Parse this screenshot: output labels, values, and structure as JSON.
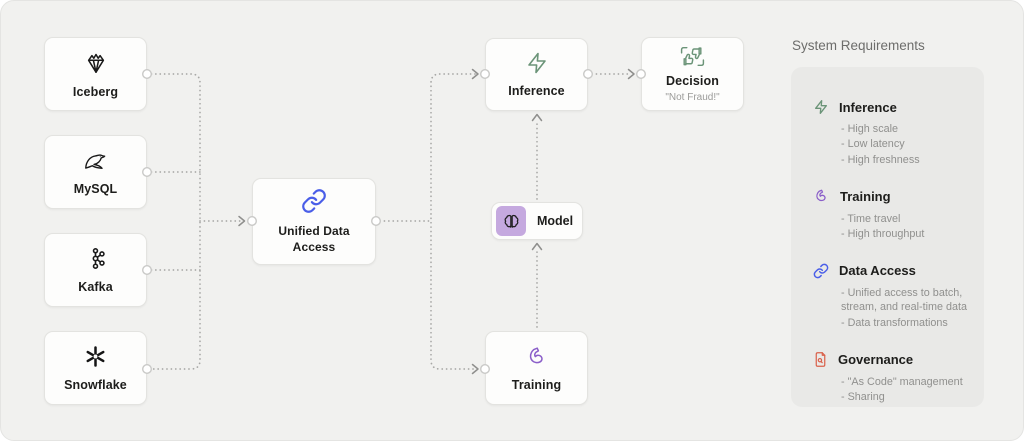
{
  "diagram": {
    "nodes": {
      "iceberg": {
        "label": "Iceberg",
        "icon": "iceberg-icon"
      },
      "mysql": {
        "label": "MySQL",
        "icon": "dolphin-icon"
      },
      "kafka": {
        "label": "Kafka",
        "icon": "kafka-icon"
      },
      "snowflake": {
        "label": "Snowflake",
        "icon": "snowflake-icon"
      },
      "unified_data_access": {
        "label": "Unified Data Access",
        "icon": "link-icon"
      },
      "inference": {
        "label": "Inference",
        "icon": "zap-icon"
      },
      "model": {
        "label": "Model",
        "icon": "brain-icon"
      },
      "training": {
        "label": "Training",
        "icon": "muscle-icon"
      },
      "decision": {
        "label": "Decision",
        "sublabel": "\"Not Fraud!\"",
        "icon": "thumbs-decision-icon"
      }
    }
  },
  "panel": {
    "title": "System Requirements",
    "sections": [
      {
        "icon": "zap-icon",
        "color": "#6b9478",
        "label": "Inference",
        "bullets": [
          "- High scale",
          "- Low latency",
          "- High freshness"
        ]
      },
      {
        "icon": "muscle-icon",
        "color": "#8b5fc9",
        "label": "Training",
        "bullets": [
          "- Time travel",
          "- High throughput"
        ]
      },
      {
        "icon": "link-icon",
        "color": "#4a5ee8",
        "label": "Data Access",
        "bullets": [
          "- Unified access to batch, stream, and real-time data",
          "- Data transformations"
        ]
      },
      {
        "icon": "document-icon",
        "color": "#d9604a",
        "label": "Governance",
        "bullets": [
          "- \"As Code\" management",
          "- Sharing"
        ]
      }
    ]
  },
  "colors": {
    "background": "#f1f1ef",
    "panel_background": "#e9e9e7",
    "card_background": "#fdfdfc",
    "card_border": "#e3e3e0",
    "wire": "#a8a8a6",
    "accent_green": "#6b9478",
    "accent_purple": "#8b5fc9",
    "accent_blue": "#4a5ee8",
    "accent_red": "#d9604a",
    "model_tile": "#c5a9df"
  }
}
